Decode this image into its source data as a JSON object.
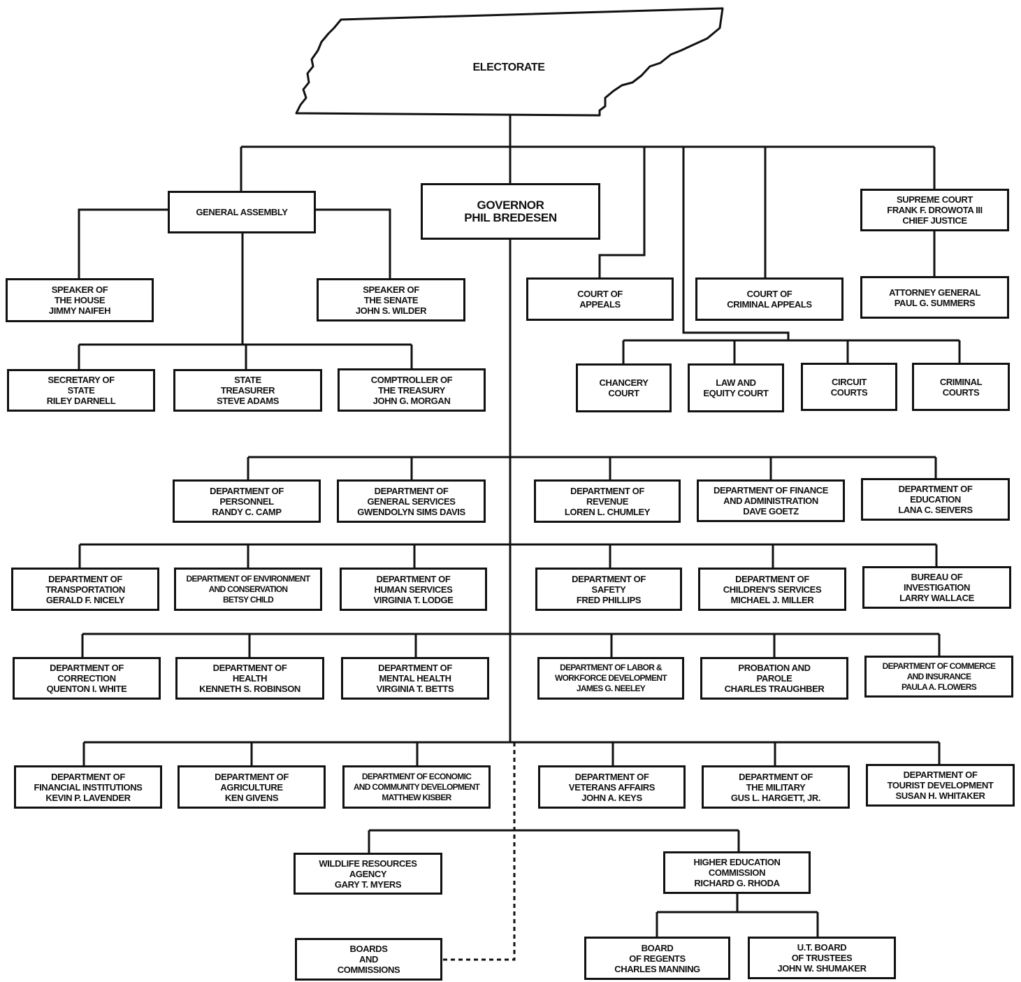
{
  "electorate": "ELECTORATE",
  "nodes": {
    "governor": [
      "GOVERNOR",
      "PHIL BREDESEN"
    ],
    "general_assembly": [
      "GENERAL ASSEMBLY"
    ],
    "speaker_house": [
      "SPEAKER OF",
      "THE HOUSE",
      "JIMMY NAIFEH"
    ],
    "speaker_senate": [
      "SPEAKER OF",
      "THE SENATE",
      "JOHN S. WILDER"
    ],
    "secretary_state": [
      "SECRETARY OF",
      "STATE",
      "RILEY DARNELL"
    ],
    "state_treasurer": [
      "STATE",
      "TREASURER",
      "STEVE ADAMS"
    ],
    "comptroller": [
      "COMPTROLLER OF",
      "THE TREASURY",
      "JOHN G. MORGAN"
    ],
    "supreme_court": [
      "SUPREME COURT",
      "FRANK F. DROWOTA III",
      "CHIEF JUSTICE"
    ],
    "court_appeals": [
      "COURT OF",
      "APPEALS"
    ],
    "court_criminal_appeals": [
      "COURT OF",
      "CRIMINAL APPEALS"
    ],
    "attorney_general": [
      "ATTORNEY GENERAL",
      "PAUL G. SUMMERS"
    ],
    "chancery_court": [
      "CHANCERY",
      "COURT"
    ],
    "law_equity_court": [
      "LAW AND",
      "EQUITY COURT"
    ],
    "circuit_courts": [
      "CIRCUIT",
      "COURTS"
    ],
    "criminal_courts": [
      "CRIMINAL",
      "COURTS"
    ],
    "dept_personnel": [
      "DEPARTMENT OF",
      "PERSONNEL",
      "RANDY C. CAMP"
    ],
    "dept_general_services": [
      "DEPARTMENT OF",
      "GENERAL SERVICES",
      "GWENDOLYN SIMS DAVIS"
    ],
    "dept_revenue": [
      "DEPARTMENT OF",
      "REVENUE",
      "LOREN L. CHUMLEY"
    ],
    "dept_finance": [
      "DEPARTMENT OF FINANCE",
      "AND ADMINISTRATION",
      "DAVE GOETZ"
    ],
    "dept_education": [
      "DEPARTMENT OF",
      "EDUCATION",
      "LANA C. SEIVERS"
    ],
    "dept_transportation": [
      "DEPARTMENT OF",
      "TRANSPORTATION",
      "GERALD F. NICELY"
    ],
    "dept_environment": [
      "DEPARTMENT OF ENVIRONMENT",
      "AND CONSERVATION",
      "BETSY CHILD"
    ],
    "dept_human_services": [
      "DEPARTMENT OF",
      "HUMAN SERVICES",
      "VIRGINIA T. LODGE"
    ],
    "dept_safety": [
      "DEPARTMENT OF",
      "SAFETY",
      "FRED PHILLIPS"
    ],
    "dept_childrens_services": [
      "DEPARTMENT OF",
      "CHILDREN'S SERVICES",
      "MICHAEL J. MILLER"
    ],
    "bureau_investigation": [
      "BUREAU OF",
      "INVESTIGATION",
      "LARRY WALLACE"
    ],
    "dept_correction": [
      "DEPARTMENT OF",
      "CORRECTION",
      "QUENTON I. WHITE"
    ],
    "dept_health": [
      "DEPARTMENT OF",
      "HEALTH",
      "KENNETH S. ROBINSON"
    ],
    "dept_mental_health": [
      "DEPARTMENT OF",
      "MENTAL HEALTH",
      "VIRGINIA T. BETTS"
    ],
    "dept_labor": [
      "DEPARTMENT OF LABOR &",
      "WORKFORCE DEVELOPMENT",
      "JAMES G. NEELEY"
    ],
    "probation_parole": [
      "PROBATION AND",
      "PAROLE",
      "CHARLES TRAUGHBER"
    ],
    "dept_commerce": [
      "DEPARTMENT OF COMMERCE",
      "AND INSURANCE",
      "PAULA A. FLOWERS"
    ],
    "dept_financial_institutions": [
      "DEPARTMENT OF",
      "FINANCIAL INSTITUTIONS",
      "KEVIN P. LAVENDER"
    ],
    "dept_agriculture": [
      "DEPARTMENT OF",
      "AGRICULTURE",
      "KEN GIVENS"
    ],
    "dept_economic_dev": [
      "DEPARTMENT OF ECONOMIC",
      "AND COMMUNITY DEVELOPMENT",
      "MATTHEW KISBER"
    ],
    "dept_veterans": [
      "DEPARTMENT OF",
      "VETERANS AFFAIRS",
      "JOHN A. KEYS"
    ],
    "dept_military": [
      "DEPARTMENT OF",
      "THE MILITARY",
      "GUS L. HARGETT, JR."
    ],
    "dept_tourist": [
      "DEPARTMENT OF",
      "TOURIST DEVELOPMENT",
      "SUSAN H. WHITAKER"
    ],
    "wildlife_agency": [
      "WILDLIFE RESOURCES",
      "AGENCY",
      "GARY T. MYERS"
    ],
    "higher_ed_commission": [
      "HIGHER EDUCATION",
      "COMMISSION",
      "RICHARD G. RHODA"
    ],
    "boards_commissions": [
      "BOARDS",
      "AND",
      "COMMISSIONS"
    ],
    "board_regents": [
      "BOARD",
      "OF REGENTS",
      "CHARLES MANNING"
    ],
    "ut_board_trustees": [
      "U.T. BOARD",
      "OF TRUSTEES",
      "JOHN W. SHUMAKER"
    ]
  },
  "edges": [
    [
      "electorate",
      "general_assembly"
    ],
    [
      "electorate",
      "governor"
    ],
    [
      "electorate",
      "supreme_court"
    ],
    [
      "electorate",
      "court_appeals"
    ],
    [
      "electorate",
      "court_criminal_appeals"
    ],
    [
      "electorate",
      "chancery_court"
    ],
    [
      "electorate",
      "law_equity_court"
    ],
    [
      "electorate",
      "circuit_courts"
    ],
    [
      "electorate",
      "criminal_courts"
    ],
    [
      "general_assembly",
      "speaker_house"
    ],
    [
      "general_assembly",
      "speaker_senate"
    ],
    [
      "general_assembly",
      "secretary_state"
    ],
    [
      "general_assembly",
      "state_treasurer"
    ],
    [
      "general_assembly",
      "comptroller"
    ],
    [
      "supreme_court",
      "attorney_general"
    ],
    [
      "governor",
      "dept_personnel"
    ],
    [
      "governor",
      "dept_general_services"
    ],
    [
      "governor",
      "dept_revenue"
    ],
    [
      "governor",
      "dept_finance"
    ],
    [
      "governor",
      "dept_education"
    ],
    [
      "governor",
      "dept_transportation"
    ],
    [
      "governor",
      "dept_environment"
    ],
    [
      "governor",
      "dept_human_services"
    ],
    [
      "governor",
      "dept_safety"
    ],
    [
      "governor",
      "dept_childrens_services"
    ],
    [
      "governor",
      "bureau_investigation"
    ],
    [
      "governor",
      "dept_correction"
    ],
    [
      "governor",
      "dept_health"
    ],
    [
      "governor",
      "dept_mental_health"
    ],
    [
      "governor",
      "dept_labor"
    ],
    [
      "governor",
      "probation_parole"
    ],
    [
      "governor",
      "dept_commerce"
    ],
    [
      "governor",
      "dept_financial_institutions"
    ],
    [
      "governor",
      "dept_agriculture"
    ],
    [
      "governor",
      "dept_economic_dev"
    ],
    [
      "governor",
      "dept_veterans"
    ],
    [
      "governor",
      "dept_military"
    ],
    [
      "governor",
      "dept_tourist"
    ],
    [
      "governor",
      "wildlife_agency"
    ],
    [
      "governor",
      "higher_ed_commission"
    ],
    [
      "governor",
      "boards_commissions"
    ],
    [
      "higher_ed_commission",
      "board_regents"
    ],
    [
      "higher_ed_commission",
      "ut_board_trustees"
    ]
  ]
}
